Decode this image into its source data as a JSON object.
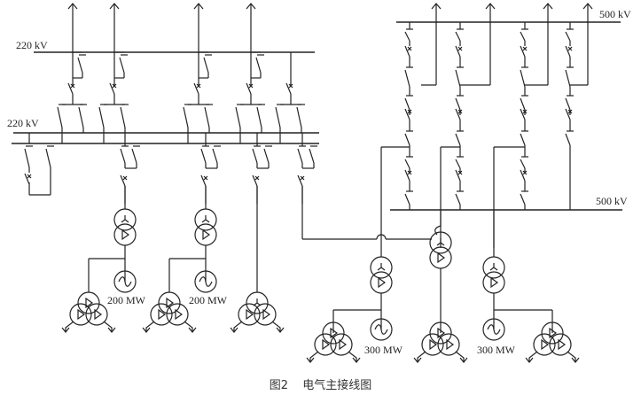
{
  "diagram": {
    "labels": {
      "bus_220_upper": "220 kV",
      "bus_220_lower": "220 kV",
      "bus_500_upper": "500 kV",
      "bus_500_lower": "500 kV"
    },
    "generators": [
      {
        "label": "200 MW"
      },
      {
        "label": "200 MW"
      },
      {
        "label": "300 MW"
      },
      {
        "label": "300 MW"
      }
    ],
    "caption": {
      "figure_no": "图2",
      "title": "电气主接线图"
    }
  }
}
